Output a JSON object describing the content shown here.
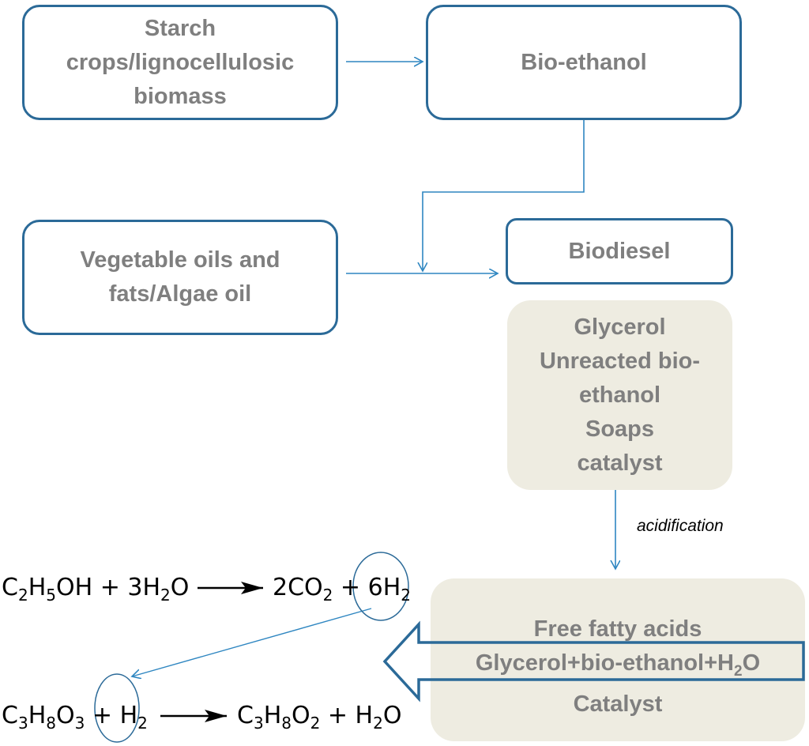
{
  "boxes": {
    "starch": [
      "Starch",
      "crops/lignocellulosic",
      "biomass"
    ],
    "bioethanol": "Bio-ethanol",
    "vegoil": [
      "Vegetable oils and",
      "fats/Algae oil"
    ],
    "biodiesel": "Biodiesel",
    "byproducts": [
      "Glycerol",
      "Unreacted bio-",
      "ethanol",
      "Soaps",
      "catalyst"
    ],
    "acids": {
      "line1": "Free fatty acids",
      "line2_pre": "Glycerol+bio-ethanol+H",
      "line2_sub": "2",
      "line2_post": "O",
      "line3": "Catalyst"
    }
  },
  "acidification_label": "acidification",
  "equation1": {
    "c": "C",
    "c_sub": "2",
    "h": "H",
    "h_sub": "5",
    "oh": "OH + 3H",
    "w_sub": "2",
    "o": "O",
    "co2": "2CO",
    "co2_sub": "2",
    "plus": " + ",
    "h2": "6H",
    "h2_sub": "2"
  },
  "equation2": {
    "c": "C",
    "c_sub": "3",
    "h": "H",
    "h_sub": "8",
    "o": "O",
    "o_sub": "3",
    "plus": " + ",
    "h2": "H",
    "h2_sub": "2",
    "pc": "C",
    "pc_sub": "3",
    "ph": "H",
    "ph_sub": "8",
    "po": "O",
    "po_sub": "2",
    "water": " + H",
    "water_sub": "2",
    "water_o": "O"
  },
  "colors": {
    "border": "#2b6a98",
    "arrow": "#2e86c1",
    "fill": "#eeece1",
    "text": "#7f7f7f"
  }
}
